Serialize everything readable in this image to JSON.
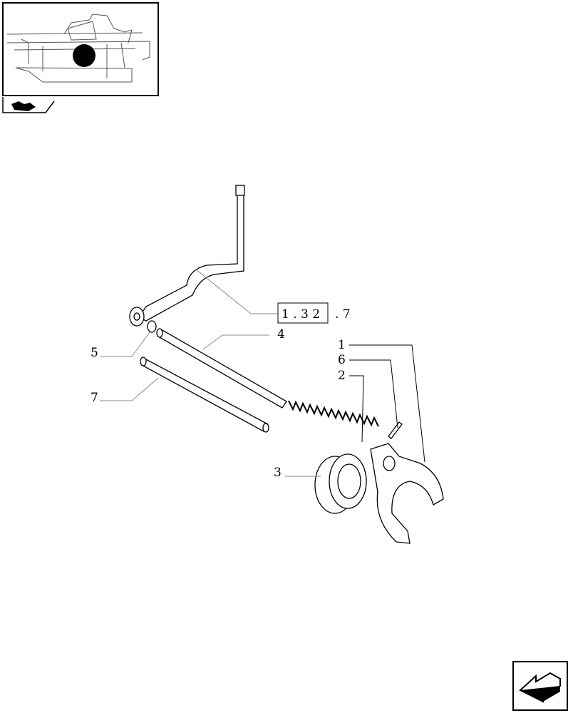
{
  "thumbnail": {
    "icon": "transmission-cutaway-thumbnail",
    "marker_color": "#000000"
  },
  "reference": {
    "boxed": "1 . 3 2",
    "suffix": ". 7"
  },
  "callouts": [
    {
      "id": "1",
      "label": "1"
    },
    {
      "id": "2",
      "label": "2"
    },
    {
      "id": "3",
      "label": "3"
    },
    {
      "id": "4",
      "label": "4"
    },
    {
      "id": "5",
      "label": "5"
    },
    {
      "id": "6",
      "label": "6"
    },
    {
      "id": "7",
      "label": "7"
    }
  ],
  "navigation": {
    "icon": "previous-page-arrow-icon"
  }
}
